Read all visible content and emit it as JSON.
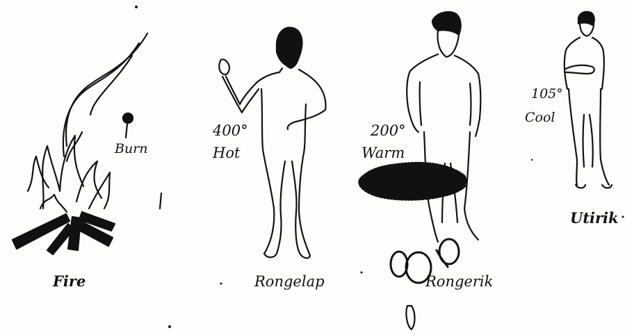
{
  "labels": {
    "fire": "Fire",
    "burn": "Burn",
    "rongelap_temp": "400°",
    "rongelap_feel": "Hot",
    "rongelap": "Rongelap",
    "rongerik_temp": "200°",
    "rongerik_feel": "Warm",
    "rongerik": "Rongerik",
    "utirik_temp": "105°",
    "utirik_feel": "Cool",
    "utirik": "Utirik"
  },
  "colors": {
    "ink": "#111111",
    "paper": "#fdfdfc"
  }
}
